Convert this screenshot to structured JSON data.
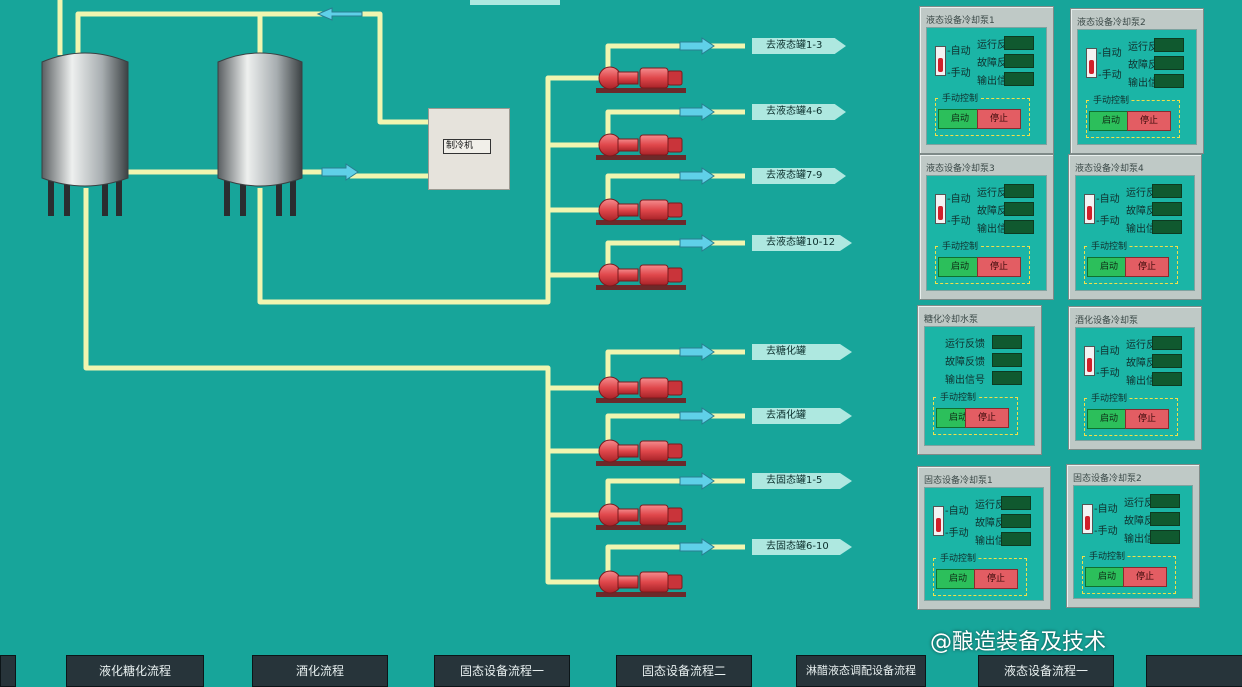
{
  "chiller": {
    "label": "制冷机"
  },
  "destinations": [
    "去液态罐1-3",
    "去液态罐4-6",
    "去液态罐7-9",
    "去液态罐10-12",
    "去糖化罐",
    "去酒化罐",
    "去固态罐1-5",
    "去固态罐6-10"
  ],
  "panel_labels": {
    "auto": "-自动",
    "manual": "-手动",
    "run_feedback": "运行反馈",
    "fault_feedback": "故障反馈",
    "output_signal": "输出信号",
    "manual_control": "手动控制",
    "start": "启动",
    "stop": "停止"
  },
  "panels": [
    {
      "title": "液态设备冷却泵1"
    },
    {
      "title": "液态设备冷却泵2"
    },
    {
      "title": "液态设备冷却泵3"
    },
    {
      "title": "液态设备冷却泵4"
    },
    {
      "title": "糖化冷却水泵"
    },
    {
      "title": "酒化设备冷却泵"
    },
    {
      "title": "固态设备冷却泵1"
    },
    {
      "title": "固态设备冷却泵2"
    }
  ],
  "nav": {
    "b1": "液化糖化流程",
    "b2": "酒化流程",
    "b3": "固态设备流程一",
    "b4": "固态设备流程二",
    "b5": "淋醋液态调配设备流程",
    "b6": "液态设备流程一"
  },
  "watermark": "@酿造装备及技术",
  "colors": {
    "background": "#17a59a",
    "pipe": "#e7efa0",
    "pump": "#e0474b",
    "start": "#2cbf5b",
    "stop": "#e35d63"
  }
}
